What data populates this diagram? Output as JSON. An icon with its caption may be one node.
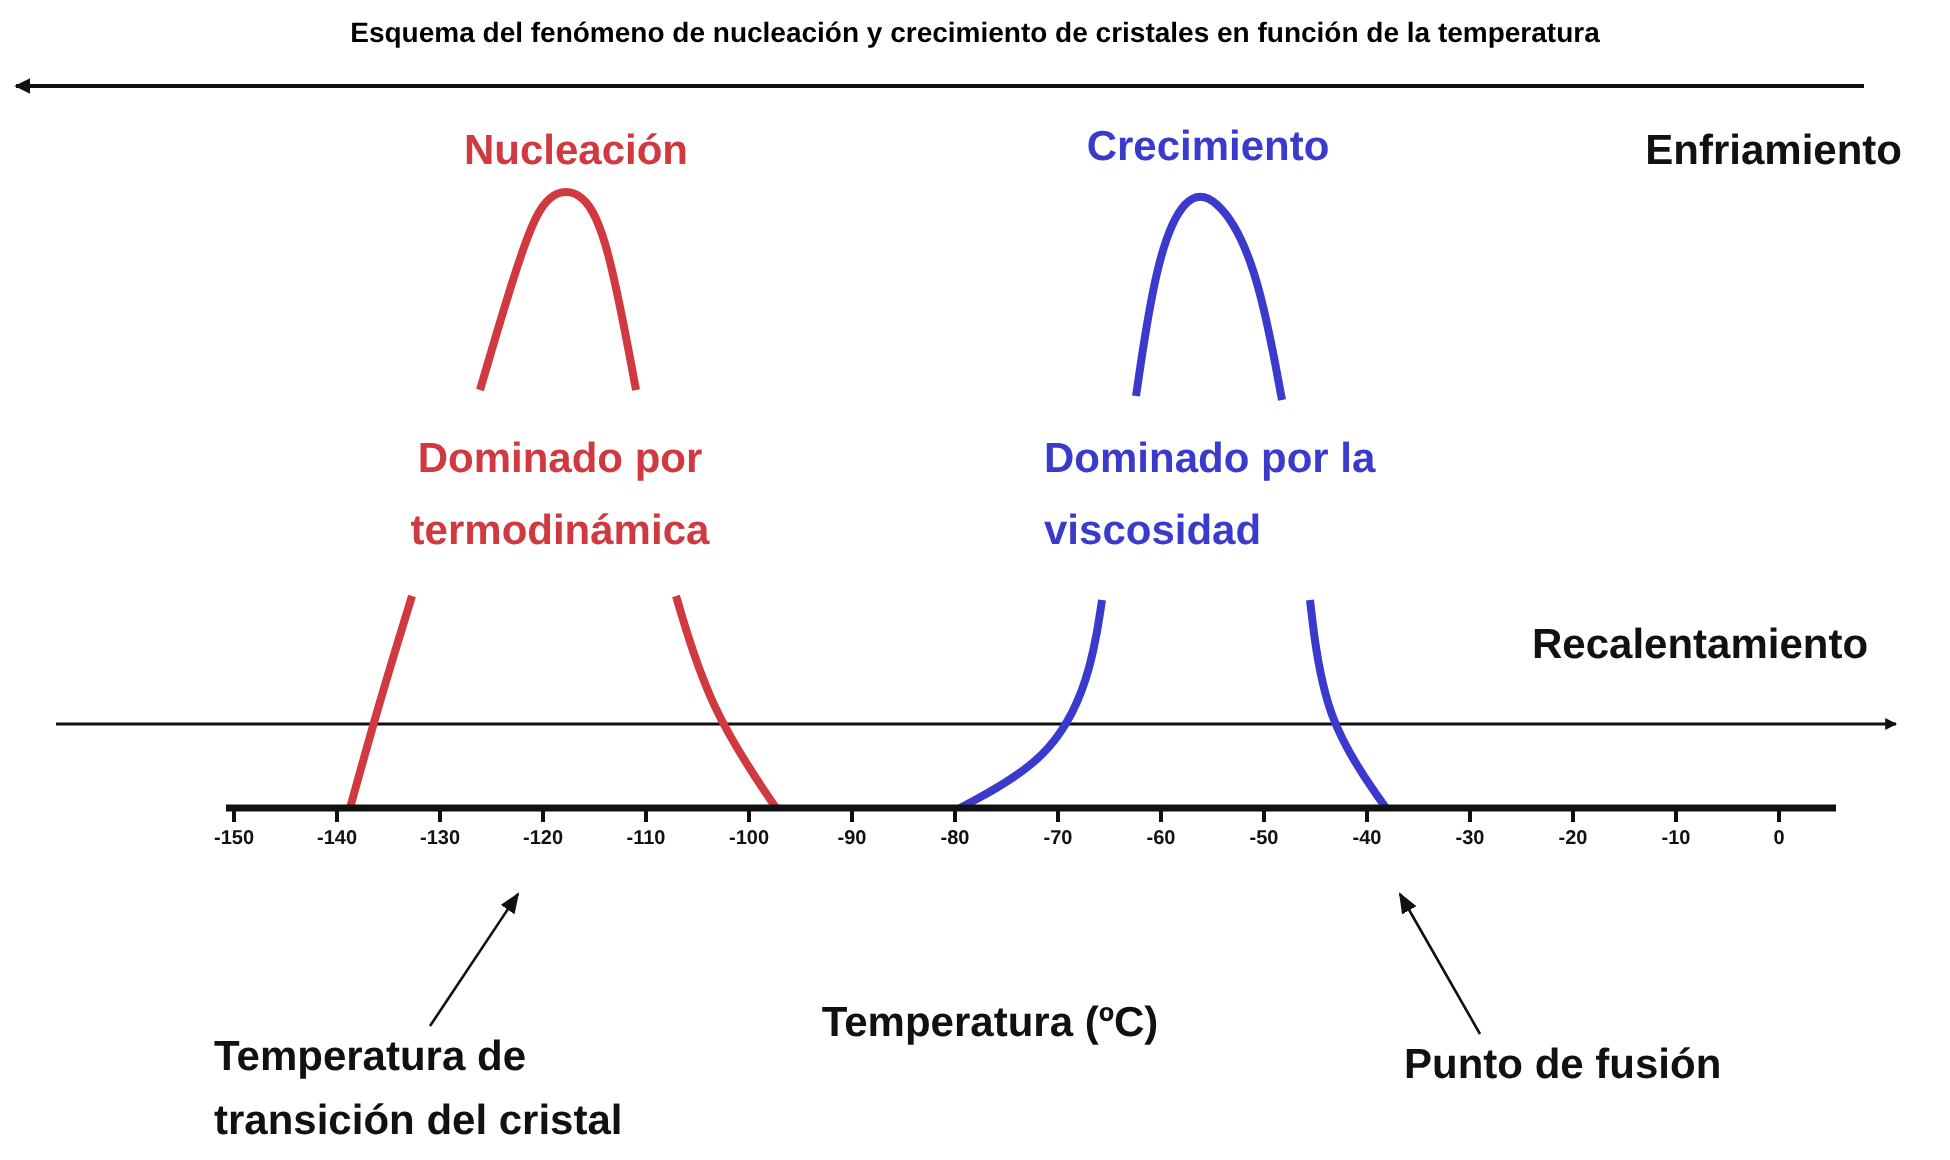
{
  "diagram": {
    "title": "Esquema del fenómeno de nucleación y crecimiento de cristales en función de la temperatura",
    "nodes": [
      {
        "text": [
          "Temperatura de transición del cristal"
        ]
      },
      {
        "text": [
          "Punto de fusión"
        ]
      }
    ],
    "edges": [
      {
        "from": 0,
        "to": null,
        "arrow": "to"
      },
      {
        "from": 1,
        "to": null,
        "arrow": "to"
      }
    ],
    "labels": [
      "Nucleación",
      "Crecimiento",
      "Enfriamiento",
      "Dominado por termodinámica",
      "Dominado por la viscosidad",
      "Recalentamiento",
      "-150",
      "-140",
      "-130",
      "-120",
      "-110",
      "-100",
      "-90",
      "-80",
      "-70",
      "-60",
      "-50",
      "-40",
      "-30",
      "-20",
      "-10",
      "0",
      "Temperatura (ºC)"
    ]
  }
}
